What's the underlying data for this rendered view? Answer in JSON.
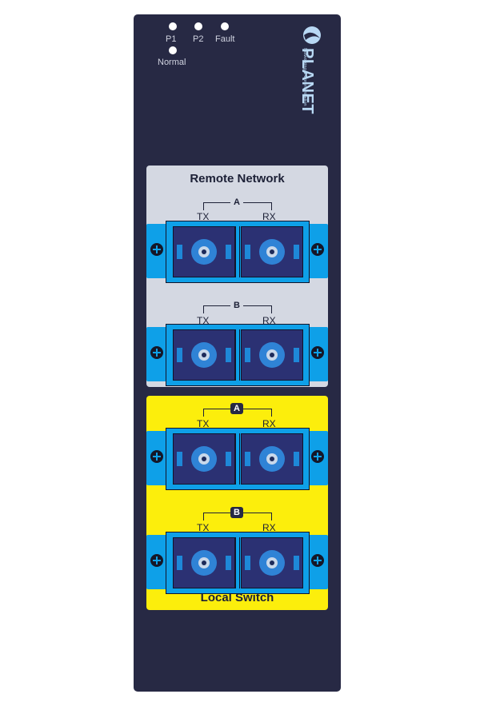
{
  "leds": {
    "p1": "P1",
    "p2": "P2",
    "fault": "Fault",
    "normal": "Normal"
  },
  "brand": {
    "name": "PLANET",
    "tagline": "Networking & Communication"
  },
  "remote_network": {
    "title": "Remote Network",
    "pairs": [
      {
        "label": "A",
        "tx": "TX",
        "rx": "RX"
      },
      {
        "label": "B",
        "tx": "TX",
        "rx": "RX"
      }
    ]
  },
  "local_switch": {
    "title": "Local Switch",
    "pairs": [
      {
        "label": "A",
        "tx": "TX",
        "rx": "RX"
      },
      {
        "label": "B",
        "tx": "TX",
        "rx": "RX"
      }
    ]
  },
  "colors": {
    "chassis": "#272944",
    "remote_panel": "#d4d8e2",
    "local_panel": "#fcee0c",
    "connector": "#0ea0e8",
    "port": "#2b3173"
  },
  "icons": [
    "planet-logo-icon",
    "screw-icon",
    "fiber-ferrule-icon"
  ]
}
